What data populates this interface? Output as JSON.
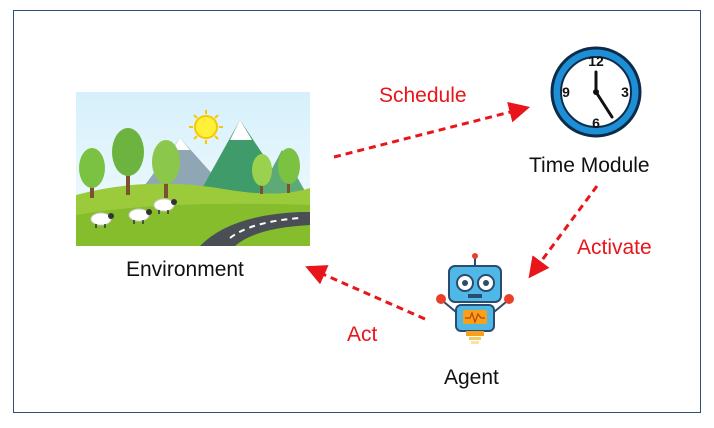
{
  "nodes": {
    "environment": {
      "label": "Environment",
      "icon": "landscape-illustration"
    },
    "time_module": {
      "label": "Time Module",
      "icon": "clock-icon",
      "clock_numbers": {
        "top": "12",
        "right": "3",
        "bottom": "6",
        "left": "9"
      }
    },
    "agent": {
      "label": "Agent",
      "icon": "robot-icon"
    }
  },
  "edges": {
    "schedule": {
      "label": "Schedule",
      "from": "Environment",
      "to": "Time Module"
    },
    "activate": {
      "label": "Activate",
      "from": "Time Module",
      "to": "Agent"
    },
    "act": {
      "label": "Act",
      "from": "Agent",
      "to": "Environment"
    }
  },
  "colors": {
    "edge": "#e8151b",
    "frame": "#2f4f77",
    "clock_face": "#1e8fd6",
    "robot_body": "#4fb8e6"
  }
}
